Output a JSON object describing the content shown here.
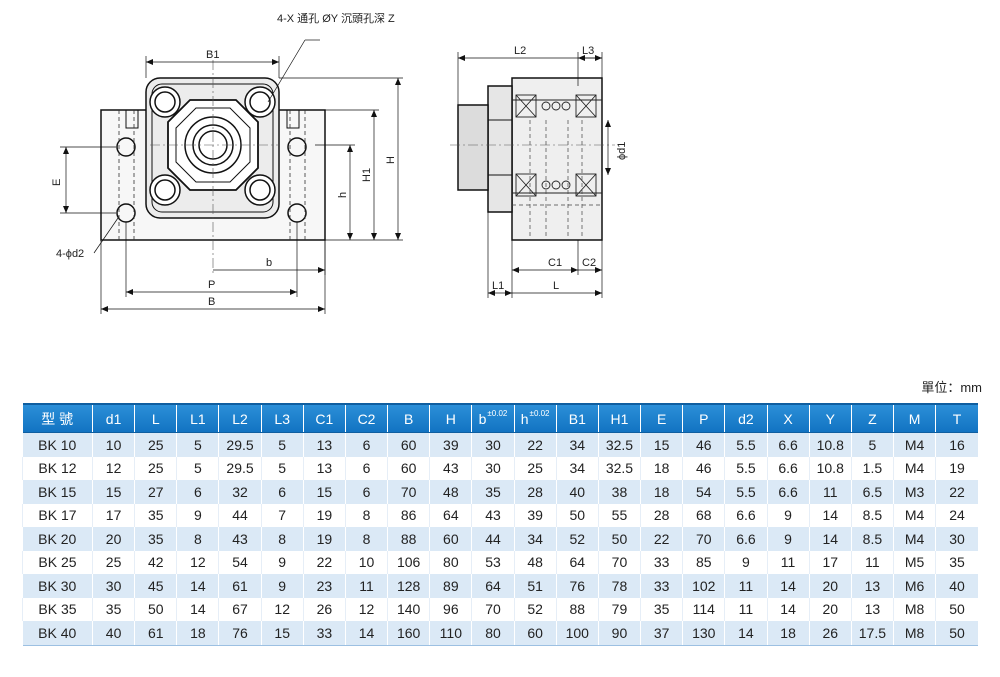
{
  "drawing": {
    "callout_holes": "4-X 通孔 ØY 沉頭孔深 Z",
    "callout_d2": "4-ϕd2",
    "dim_B1": "B1",
    "dim_E": "E",
    "dim_b": "b",
    "dim_P": "P",
    "dim_B": "B",
    "dim_h": "h",
    "dim_H1": "H1",
    "dim_H": "H",
    "dim_L2": "L2",
    "dim_L3": "L3",
    "dim_d1": "ϕd1",
    "dim_C1": "C1",
    "dim_C2": "C2",
    "dim_L1": "L1",
    "dim_L": "L"
  },
  "unit_label": "單位：mm",
  "table": {
    "headers": [
      {
        "label": "型 號"
      },
      {
        "label": "d1"
      },
      {
        "label": "L"
      },
      {
        "label": "L1"
      },
      {
        "label": "L2"
      },
      {
        "label": "L3"
      },
      {
        "label": "C1"
      },
      {
        "label": "C2"
      },
      {
        "label": "B"
      },
      {
        "label": "H"
      },
      {
        "label": "b",
        "tol": "±0.02"
      },
      {
        "label": "h",
        "tol": "±0.02"
      },
      {
        "label": "B1"
      },
      {
        "label": "H1"
      },
      {
        "label": "E"
      },
      {
        "label": "P"
      },
      {
        "label": "d2"
      },
      {
        "label": "X"
      },
      {
        "label": "Y"
      },
      {
        "label": "Z"
      },
      {
        "label": "M"
      },
      {
        "label": "T"
      }
    ],
    "rows": [
      [
        "BK 10",
        "10",
        "25",
        "5",
        "29.5",
        "5",
        "13",
        "6",
        "60",
        "39",
        "30",
        "22",
        "34",
        "32.5",
        "15",
        "46",
        "5.5",
        "6.6",
        "10.8",
        "5",
        "M4",
        "16"
      ],
      [
        "BK 12",
        "12",
        "25",
        "5",
        "29.5",
        "5",
        "13",
        "6",
        "60",
        "43",
        "30",
        "25",
        "34",
        "32.5",
        "18",
        "46",
        "5.5",
        "6.6",
        "10.8",
        "1.5",
        "M4",
        "19"
      ],
      [
        "BK 15",
        "15",
        "27",
        "6",
        "32",
        "6",
        "15",
        "6",
        "70",
        "48",
        "35",
        "28",
        "40",
        "38",
        "18",
        "54",
        "5.5",
        "6.6",
        "11",
        "6.5",
        "M3",
        "22"
      ],
      [
        "BK 17",
        "17",
        "35",
        "9",
        "44",
        "7",
        "19",
        "8",
        "86",
        "64",
        "43",
        "39",
        "50",
        "55",
        "28",
        "68",
        "6.6",
        "9",
        "14",
        "8.5",
        "M4",
        "24"
      ],
      [
        "BK 20",
        "20",
        "35",
        "8",
        "43",
        "8",
        "19",
        "8",
        "88",
        "60",
        "44",
        "34",
        "52",
        "50",
        "22",
        "70",
        "6.6",
        "9",
        "14",
        "8.5",
        "M4",
        "30"
      ],
      [
        "BK 25",
        "25",
        "42",
        "12",
        "54",
        "9",
        "22",
        "10",
        "106",
        "80",
        "53",
        "48",
        "64",
        "70",
        "33",
        "85",
        "9",
        "11",
        "17",
        "11",
        "M5",
        "35"
      ],
      [
        "BK 30",
        "30",
        "45",
        "14",
        "61",
        "9",
        "23",
        "11",
        "128",
        "89",
        "64",
        "51",
        "76",
        "78",
        "33",
        "102",
        "11",
        "14",
        "20",
        "13",
        "M6",
        "40"
      ],
      [
        "BK 35",
        "35",
        "50",
        "14",
        "67",
        "12",
        "26",
        "12",
        "140",
        "96",
        "70",
        "52",
        "88",
        "79",
        "35",
        "114",
        "11",
        "14",
        "20",
        "13",
        "M8",
        "50"
      ],
      [
        "BK 40",
        "40",
        "61",
        "18",
        "76",
        "15",
        "33",
        "14",
        "160",
        "110",
        "80",
        "60",
        "100",
        "90",
        "37",
        "130",
        "14",
        "18",
        "26",
        "17.5",
        "M8",
        "50"
      ]
    ]
  }
}
